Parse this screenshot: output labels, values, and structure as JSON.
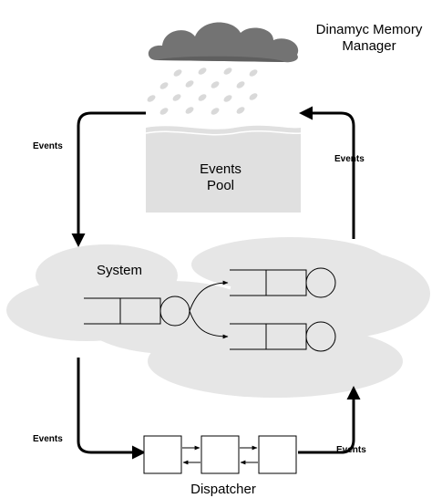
{
  "memory_manager": {
    "line1": "Dinamyc Memory",
    "line2": "Manager"
  },
  "pool": {
    "line1": "Events",
    "line2": "Pool"
  },
  "system": {
    "label": "System"
  },
  "dispatcher": {
    "label": "Dispatcher"
  },
  "edge_labels": {
    "pool_to_system": "Events",
    "system_to_dispatcher": "Events",
    "dispatcher_to_system": "Events",
    "system_to_pool": "Events"
  },
  "colors": {
    "cloud": "#737373",
    "pool": "#e0e0e0",
    "system_region": "#e6e6e6",
    "stroke": "#000000"
  }
}
